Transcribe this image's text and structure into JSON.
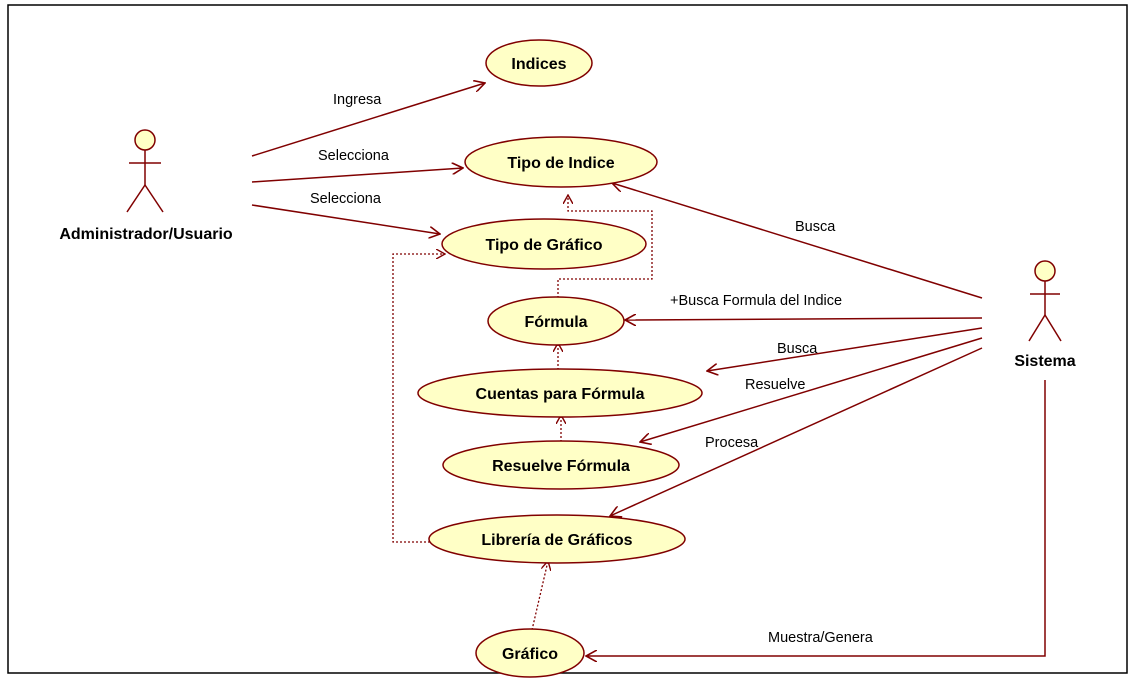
{
  "colors": {
    "usecase_fill": "#ffffc6",
    "stroke": "#800000",
    "frame": "#000000",
    "background": "#ffffff"
  },
  "actors": {
    "admin": "Administrador/Usuario",
    "system": "Sistema"
  },
  "usecases": {
    "indices": "Indices",
    "tipo_indice": "Tipo de Indice",
    "tipo_grafico": "Tipo de Gráfico",
    "formula": "Fórmula",
    "cuentas": "Cuentas para Fórmula",
    "resuelve": "Resuelve Fórmula",
    "libreria": "Librería de Gráficos",
    "grafico": "Gráfico"
  },
  "edges": {
    "ingresa": "Ingresa",
    "selecciona_tipo_indice": "Selecciona",
    "selecciona_tipo_grafico": "Selecciona",
    "busca_tipo_indice": "Busca",
    "busca_formula": "+Busca Formula del Indice",
    "busca_cuentas": "Busca",
    "resuelve": "Resuelve",
    "procesa": "Procesa",
    "muestra": "Muestra/Genera"
  }
}
